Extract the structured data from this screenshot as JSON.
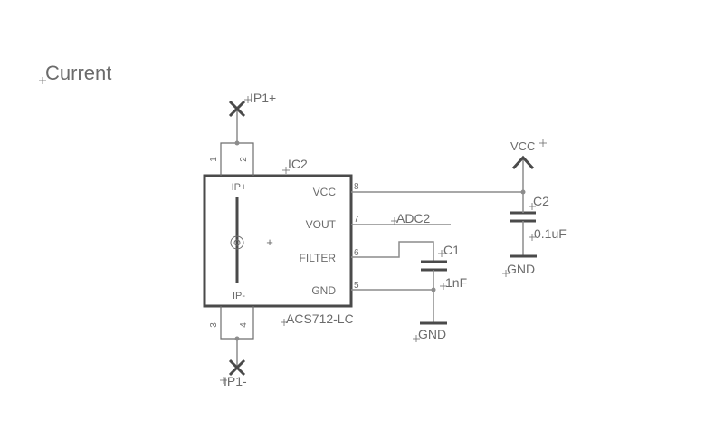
{
  "title": "Current",
  "ic": {
    "name": "IC2",
    "value": "ACS712-LC",
    "center_symbol": "+",
    "pins_left": {
      "ip_plus": "IP+",
      "ip_minus": "IP-"
    },
    "pins_right": [
      {
        "label": "VCC",
        "number": "8"
      },
      {
        "label": "VOUT",
        "number": "7"
      },
      {
        "label": "FILTER",
        "number": "6"
      },
      {
        "label": "GND",
        "number": "5"
      }
    ],
    "pin_numbers_top": [
      "1",
      "2"
    ],
    "pin_numbers_bottom": [
      "3",
      "4"
    ]
  },
  "net_labels": {
    "ip1_plus": "IP1+",
    "ip1_minus": "IP1-",
    "adc": "ADC2",
    "vcc_supply": "VCC"
  },
  "components": {
    "c1": {
      "name": "C1",
      "value": "1nF"
    },
    "c2": {
      "name": "C2",
      "value": "0.1uF"
    }
  },
  "grounds": {
    "gnd_c1": "GND",
    "gnd_c2": "GND"
  }
}
